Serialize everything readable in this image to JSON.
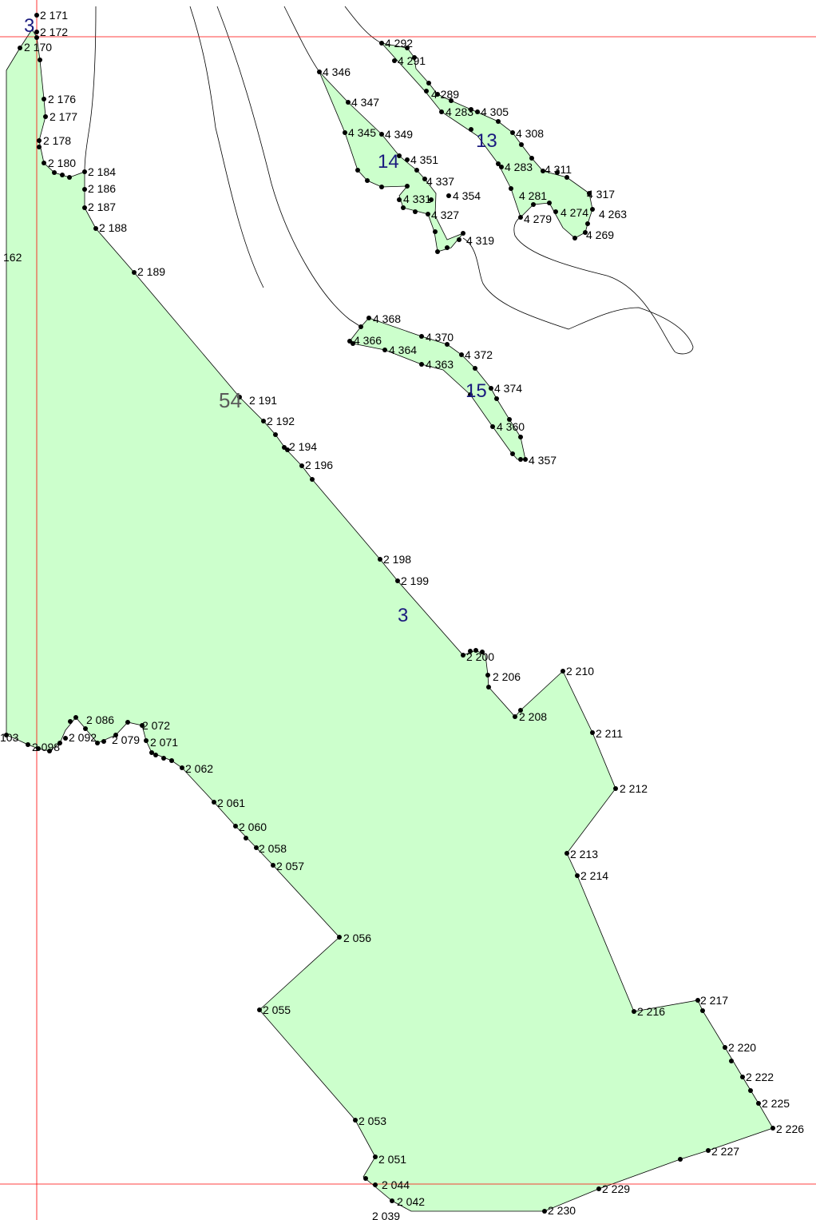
{
  "map": {
    "fill_color": "#ccffcc",
    "outline_color": "#000000",
    "grid_color": "#ff0000",
    "parcels": [
      {
        "id": "parcel-3",
        "label": "3"
      },
      {
        "id": "parcel-3-top",
        "label": "3"
      },
      {
        "id": "parcel-13",
        "label": "13"
      },
      {
        "id": "parcel-14",
        "label": "14"
      },
      {
        "id": "parcel-15",
        "label": "15"
      },
      {
        "id": "parcel-54",
        "label": "54"
      }
    ],
    "points": [
      "2 171",
      "2 172",
      "2 170",
      "2 176",
      "2 177",
      "2 178",
      "2 180",
      "2 184",
      "2 186",
      "2 187",
      "2 188",
      "162",
      "2 189",
      "2 191",
      "2 192",
      "2 194",
      "2 196",
      "2 198",
      "2 199",
      "2 200",
      "2 206",
      "2 210",
      "2 208",
      "2 211",
      "2 212",
      "2 213",
      "2 214",
      "2 216",
      "2 217",
      "2 220",
      "2 222",
      "2 225",
      "2 226",
      "2 227",
      "2 229",
      "2 230",
      "2 086",
      "2 072",
      "2 092",
      "2 079",
      "2 071",
      "103",
      "2 098",
      "2 062",
      "2 061",
      "2 060",
      "2 058",
      "2 057",
      "2 056",
      "2 055",
      "2 053",
      "2 051",
      "2 044",
      "2 042",
      "2 039",
      "4 292",
      "4 291",
      "4 346",
      "4 347",
      "4 289",
      "4 283",
      "4 305",
      "4 345",
      "4 349",
      "4 308",
      "4 351",
      "4 283",
      "4 311",
      "4 337",
      "4 317",
      "4 331",
      "4 354",
      "4 281",
      "4 274",
      "4 263",
      "4 327",
      "4 279",
      "4 269",
      "4 319",
      "4 368",
      "4 370",
      "4 366",
      "4 364",
      "4 372",
      "4 363",
      "4 374",
      "4 360",
      "4 357"
    ]
  }
}
